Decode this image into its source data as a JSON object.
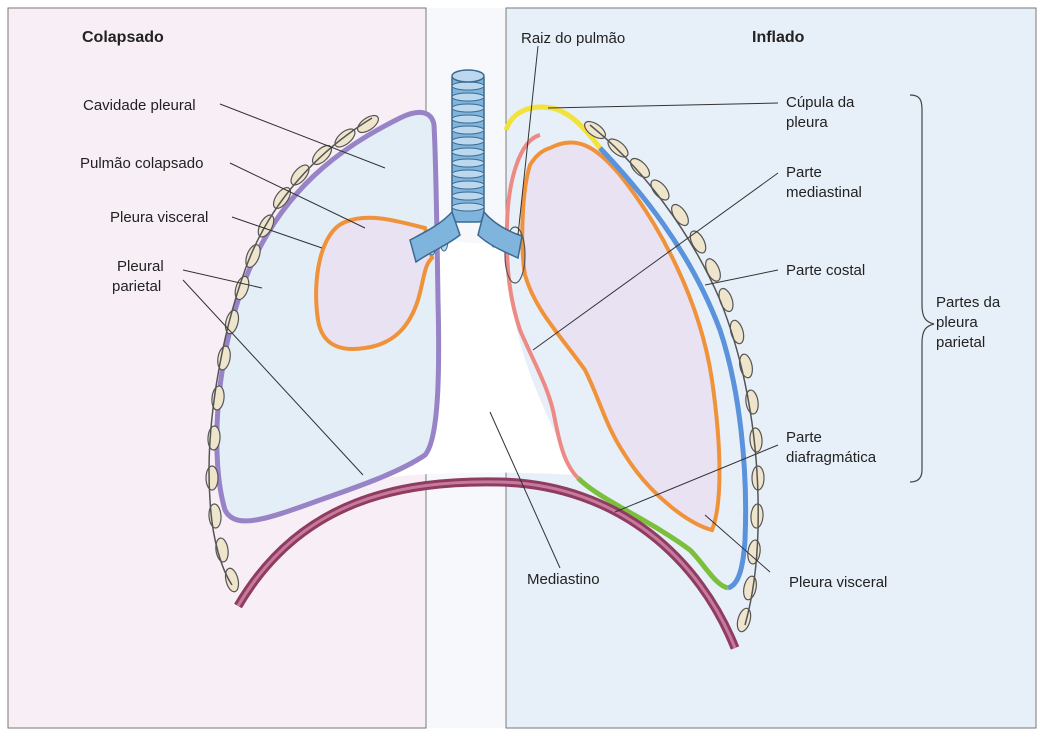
{
  "panels": {
    "left_title": "Colapsado",
    "right_title": "Inflado"
  },
  "labels": {
    "cavidade_pleural": "Cavidade pleural",
    "pulmao_colapsado": "Pulmão colapsado",
    "pleura_visceral_left": "Pleura visceral",
    "pleural_parietal_line1": "Pleural",
    "pleural_parietal_line2": "parietal",
    "raiz_do_pulmao": "Raiz do pulmão",
    "cupula_line1": "Cúpula da",
    "cupula_line2": "pleura",
    "parte_mediastinal_line1": "Parte",
    "parte_mediastinal_line2": "mediastinal",
    "parte_costal": "Parte costal",
    "parte_diafragmatica_line1": "Parte",
    "parte_diafragmatica_line2": "diafragmática",
    "mediastino": "Mediastino",
    "pleura_visceral_right": "Pleura visceral",
    "partes_line1": "Partes da",
    "partes_line2": "pleura",
    "partes_line3": "parietal"
  },
  "colors": {
    "left_panel_bg": "#f7eff5",
    "right_panel_bg": "#e7f0f8",
    "cupula": "#f2e23a",
    "mediastinal": "#ee8a86",
    "costal": "#5b92dc",
    "diaphragmatic": "#7cbf3c",
    "visceral": "#f0923a",
    "parietal_left": "#9783c6",
    "diaphragm": "#8f3c62",
    "trachea": "#7fb4dc",
    "rib": "#efe4cc"
  }
}
